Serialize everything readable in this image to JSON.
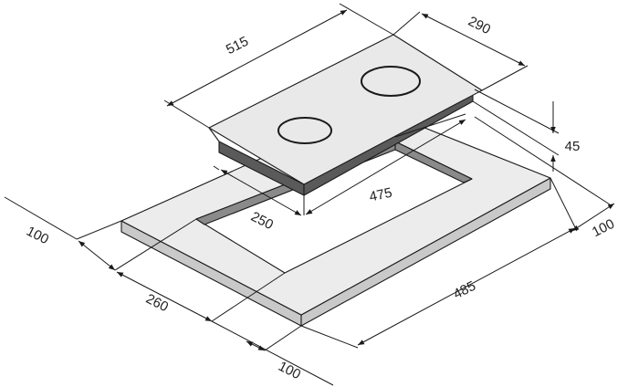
{
  "colors": {
    "background": "#ffffff",
    "outline": "#1a1a1a",
    "hob_top": "#e9e9e9",
    "hob_side": "#5a5a5a",
    "worktop_top": "#ececec",
    "worktop_side": "#c9c9c9",
    "cutout_wall": "#8a8a8a",
    "cutout_floor": "#ffffff"
  },
  "dimensions": {
    "hob_width": "515",
    "hob_depth": "290",
    "hob_height": "45",
    "cutout_width": "475",
    "cutout_depth": "250",
    "margin_right": "100",
    "margin_left": "100",
    "counter_depth": "260",
    "margin_front": "100",
    "counter_width": "485"
  }
}
